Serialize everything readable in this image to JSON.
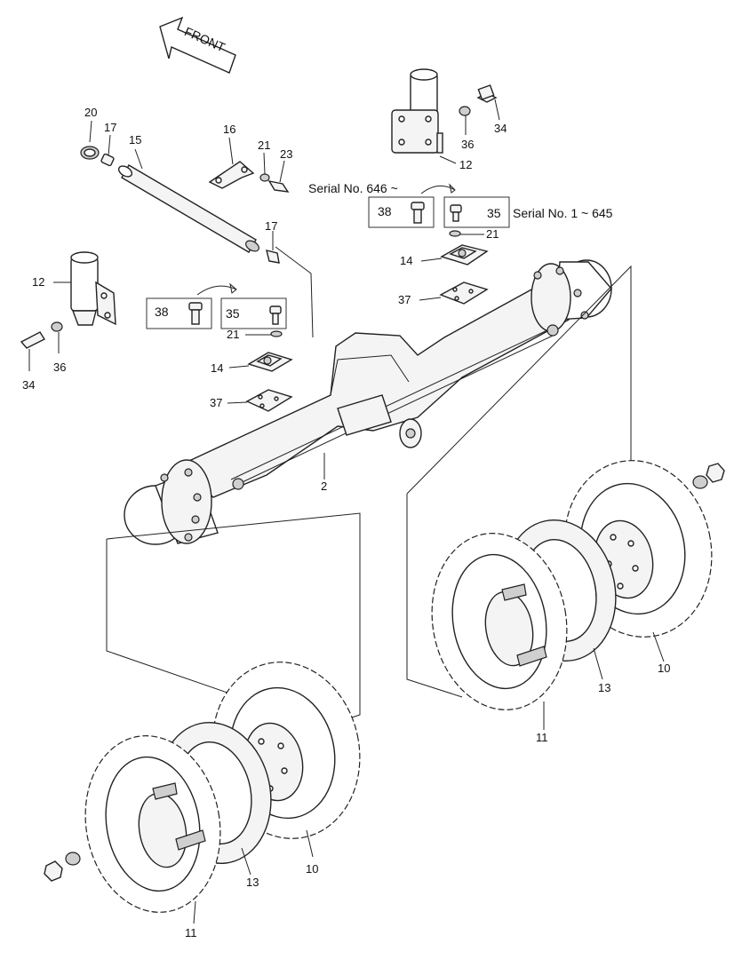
{
  "front_arrow": {
    "label": "FRONT"
  },
  "serial_labels": {
    "upper_variant": "Serial No. 646 ~",
    "lower_variant": "Serial No. 1 ~ 645"
  },
  "callouts": {
    "c2": "2",
    "c10a": "10",
    "c10b": "10",
    "c11a": "11",
    "c11b": "11",
    "c12a": "12",
    "c12b": "12",
    "c13a": "13",
    "c13b": "13",
    "c14a": "14",
    "c14b": "14",
    "c15": "15",
    "c16": "16",
    "c17a": "17",
    "c17b": "17",
    "c20": "20",
    "c21a": "21",
    "c21b": "21",
    "c21c": "21",
    "c23": "23",
    "c34a": "34",
    "c34b": "34",
    "c35a": "35",
    "c35b": "35",
    "c36a": "36",
    "c36b": "36",
    "c37a": "37",
    "c37b": "37",
    "c38a": "38",
    "c38b": "38"
  }
}
